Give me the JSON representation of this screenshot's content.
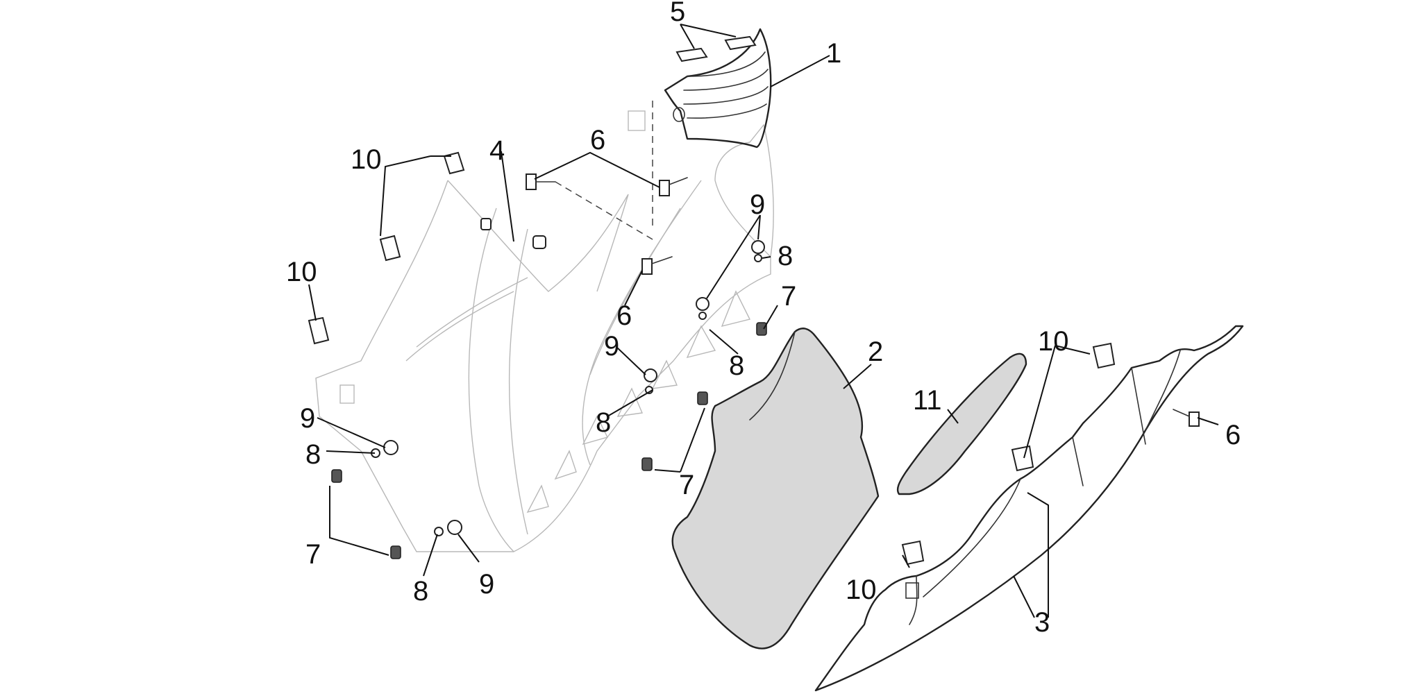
{
  "labels": {
    "part_1": "1",
    "part_2": "2",
    "part_3": "3",
    "part_4": "4",
    "part_5": "5",
    "part_6a": "6",
    "part_6b": "6",
    "part_6c": "6",
    "part_7a": "7",
    "part_7b": "7",
    "part_7c": "7",
    "part_8a": "8",
    "part_8b": "8",
    "part_8c": "8",
    "part_8d": "8",
    "part_8e": "8",
    "part_9a": "9",
    "part_9b": "9",
    "part_9c": "9",
    "part_9d": "9",
    "part_10a": "10",
    "part_10b": "10",
    "part_10c": "10",
    "part_10d": "10",
    "part_11": "11"
  }
}
